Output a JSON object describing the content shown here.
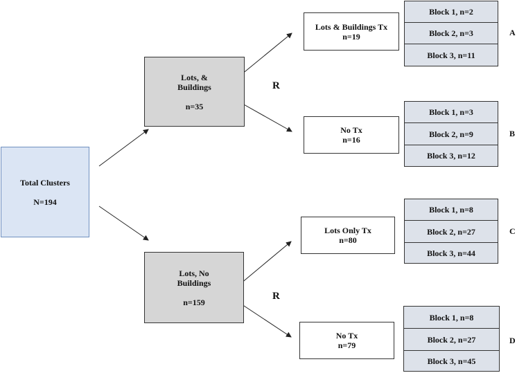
{
  "total": {
    "title": "Total Clusters",
    "count": "N=194"
  },
  "groups": [
    {
      "title": "Lots, &\nBuildings",
      "count": "n=35"
    },
    {
      "title": "Lots, No\nBuildings",
      "count": "n=159"
    }
  ],
  "randomization_label": "R",
  "arms": [
    {
      "title": "Lots & Buildings Tx",
      "count": "n=19",
      "letter": "A",
      "blocks": [
        "Block 1, n=2",
        "Block 2, n=3",
        "Block 3, n=11"
      ]
    },
    {
      "title": "No Tx",
      "count": "n=16",
      "letter": "B",
      "blocks": [
        "Block 1, n=3",
        "Block 2, n=9",
        "Block 3, n=12"
      ]
    },
    {
      "title": "Lots Only Tx",
      "count": "n=80",
      "letter": "C",
      "blocks": [
        "Block 1, n=8",
        "Block 2, n=27",
        "Block 3, n=44"
      ]
    },
    {
      "title": "No Tx",
      "count": "n=79",
      "letter": "D",
      "blocks": [
        "Block 1, n=8",
        "Block 2, n=27",
        "Block 3, n=45"
      ]
    }
  ]
}
